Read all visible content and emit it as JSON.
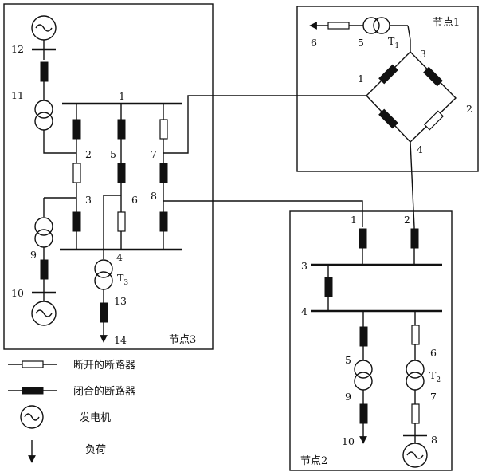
{
  "labels": {
    "n3_12": "12",
    "n3_11": "11",
    "n3_1": "1",
    "n3_2": "2",
    "n3_5": "5",
    "n3_7": "7",
    "n3_3": "3",
    "n3_6": "6",
    "n3_8": "8",
    "n3_9": "9",
    "n3_4": "4",
    "n3_10": "10",
    "n3_T3": "T",
    "n3_T3_sub": "3",
    "n3_13": "13",
    "n3_14": "14",
    "n1_6": "6",
    "n1_5": "5",
    "n1_T1": "T",
    "n1_T1_sub": "1",
    "n1_3": "3",
    "n1_1": "1",
    "n1_2": "2",
    "n1_4": "4",
    "n2_1": "1",
    "n2_2": "2",
    "n2_3": "3",
    "n2_4": "4",
    "n2_5": "5",
    "n2_6": "6",
    "n2_T2": "T",
    "n2_T2_sub": "2",
    "n2_9": "9",
    "n2_7": "7",
    "n2_10": "10",
    "n2_8": "8"
  },
  "node_titles": {
    "node1": "节点1",
    "node2": "节点2",
    "node3": "节点3"
  },
  "legend": {
    "open_breaker": "断开的断路器",
    "closed_breaker": "闭合的断路器",
    "generator": "发电机",
    "load": "负荷"
  }
}
